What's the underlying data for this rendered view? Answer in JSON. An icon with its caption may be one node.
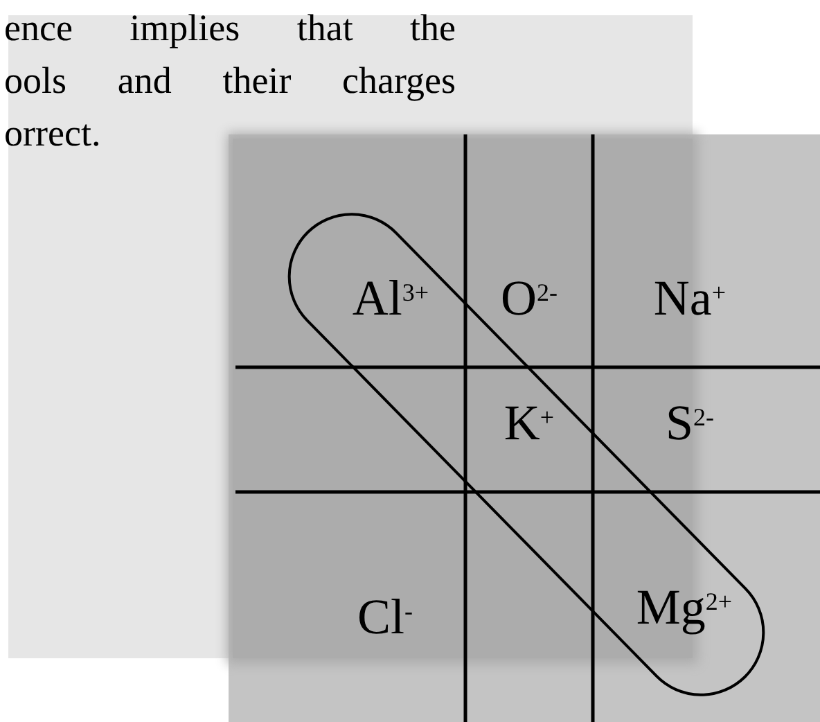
{
  "diagram": {
    "labels": [
      "ence implies that the ools and their charges orrect.",
      "Al$^{3+}$",
      "O$^{2-}$",
      "Na$^{+}$",
      "K$^{+}$",
      "S$^{2-}$",
      "Cl$^{-}$",
      "Mg$^{2+}$"
    ]
  }
}
